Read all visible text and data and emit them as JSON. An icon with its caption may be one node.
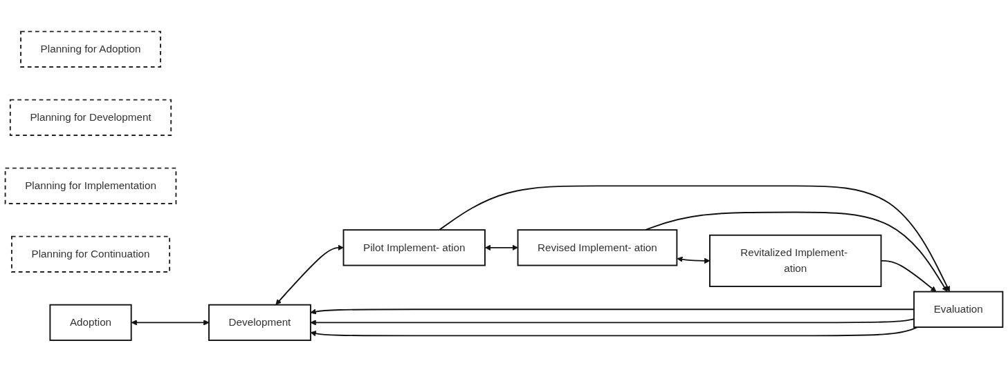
{
  "diagram": {
    "nodes": [
      {
        "text": [
          "Planning for Adoption"
        ]
      },
      {
        "text": [
          "Planning for Development"
        ]
      },
      {
        "text": [
          "Planning for Implementation"
        ]
      },
      {
        "text": [
          "Planning for Continuation"
        ]
      },
      {
        "text": [
          "Adoption"
        ]
      },
      {
        "text": [
          "Development"
        ]
      },
      {
        "text": [
          "Pilot Implement- ation"
        ]
      },
      {
        "text": [
          "Revised Implement- ation"
        ]
      },
      {
        "text": [
          "Revitalized Implement- ation"
        ]
      },
      {
        "text": [
          "Evaluation"
        ]
      }
    ],
    "edges": [
      {
        "from": 4,
        "to": 5,
        "arrow": "both"
      },
      {
        "from": 5,
        "to": 6,
        "arrow": "both"
      },
      {
        "from": 6,
        "to": 7,
        "arrow": "both"
      },
      {
        "from": 7,
        "to": 8,
        "arrow": "both"
      },
      {
        "from": 6,
        "to": 9,
        "arrow": "to"
      },
      {
        "from": 7,
        "to": 9,
        "arrow": "to"
      },
      {
        "from": 8,
        "to": 9,
        "arrow": "to"
      },
      {
        "from": 9,
        "to": 5,
        "arrow": "to"
      },
      {
        "from": 9,
        "to": 5,
        "arrow": "to"
      },
      {
        "from": 9,
        "to": 5,
        "arrow": "to"
      }
    ]
  }
}
